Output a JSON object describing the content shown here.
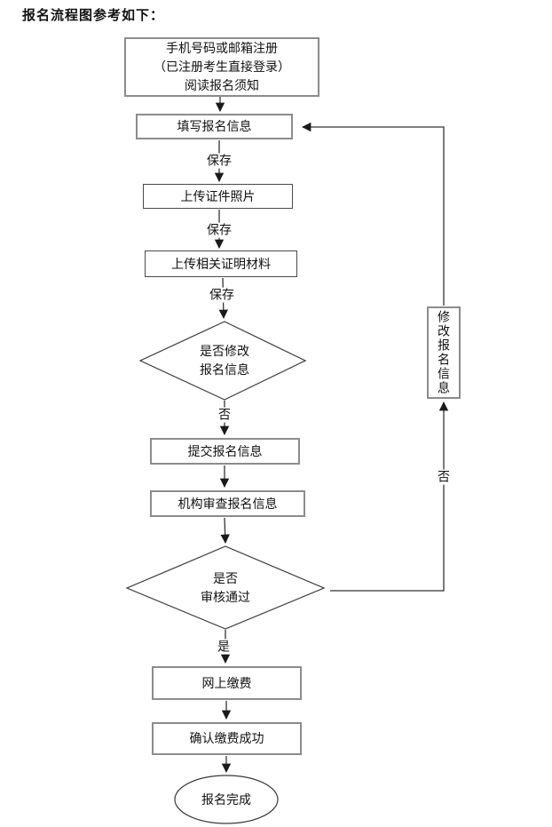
{
  "page": {
    "title": "报名流程图参考如下："
  },
  "colors": {
    "line": "#333333",
    "box_border_gray": "#8c8c8c",
    "box_border_dark": "#4a4a4a",
    "text": "#111111",
    "background": "#ffffff"
  },
  "flowchart": {
    "nodes": {
      "register": "手机号码或邮箱注册\n（已注册考生直接登录）\n阅读报名须知",
      "fill_info": "填写报名信息",
      "upload_photo": "上传证件照片",
      "upload_materials": "上传相关证明材料",
      "modify_decision": "是否修改\n报名信息",
      "submit_info": "提交报名信息",
      "review_info": "机构审查报名信息",
      "review_decision": "是否\n审核通过",
      "pay_online": "网上缴费",
      "confirm_payment": "确认缴费成功",
      "complete": "报名完成",
      "modify_info": "修改报名信息"
    },
    "edge_labels": {
      "save_after_fill": "保存",
      "save_after_photo": "保存",
      "save_after_materials": "保存",
      "modify_no": "否",
      "review_yes": "是",
      "review_no": "否"
    }
  }
}
